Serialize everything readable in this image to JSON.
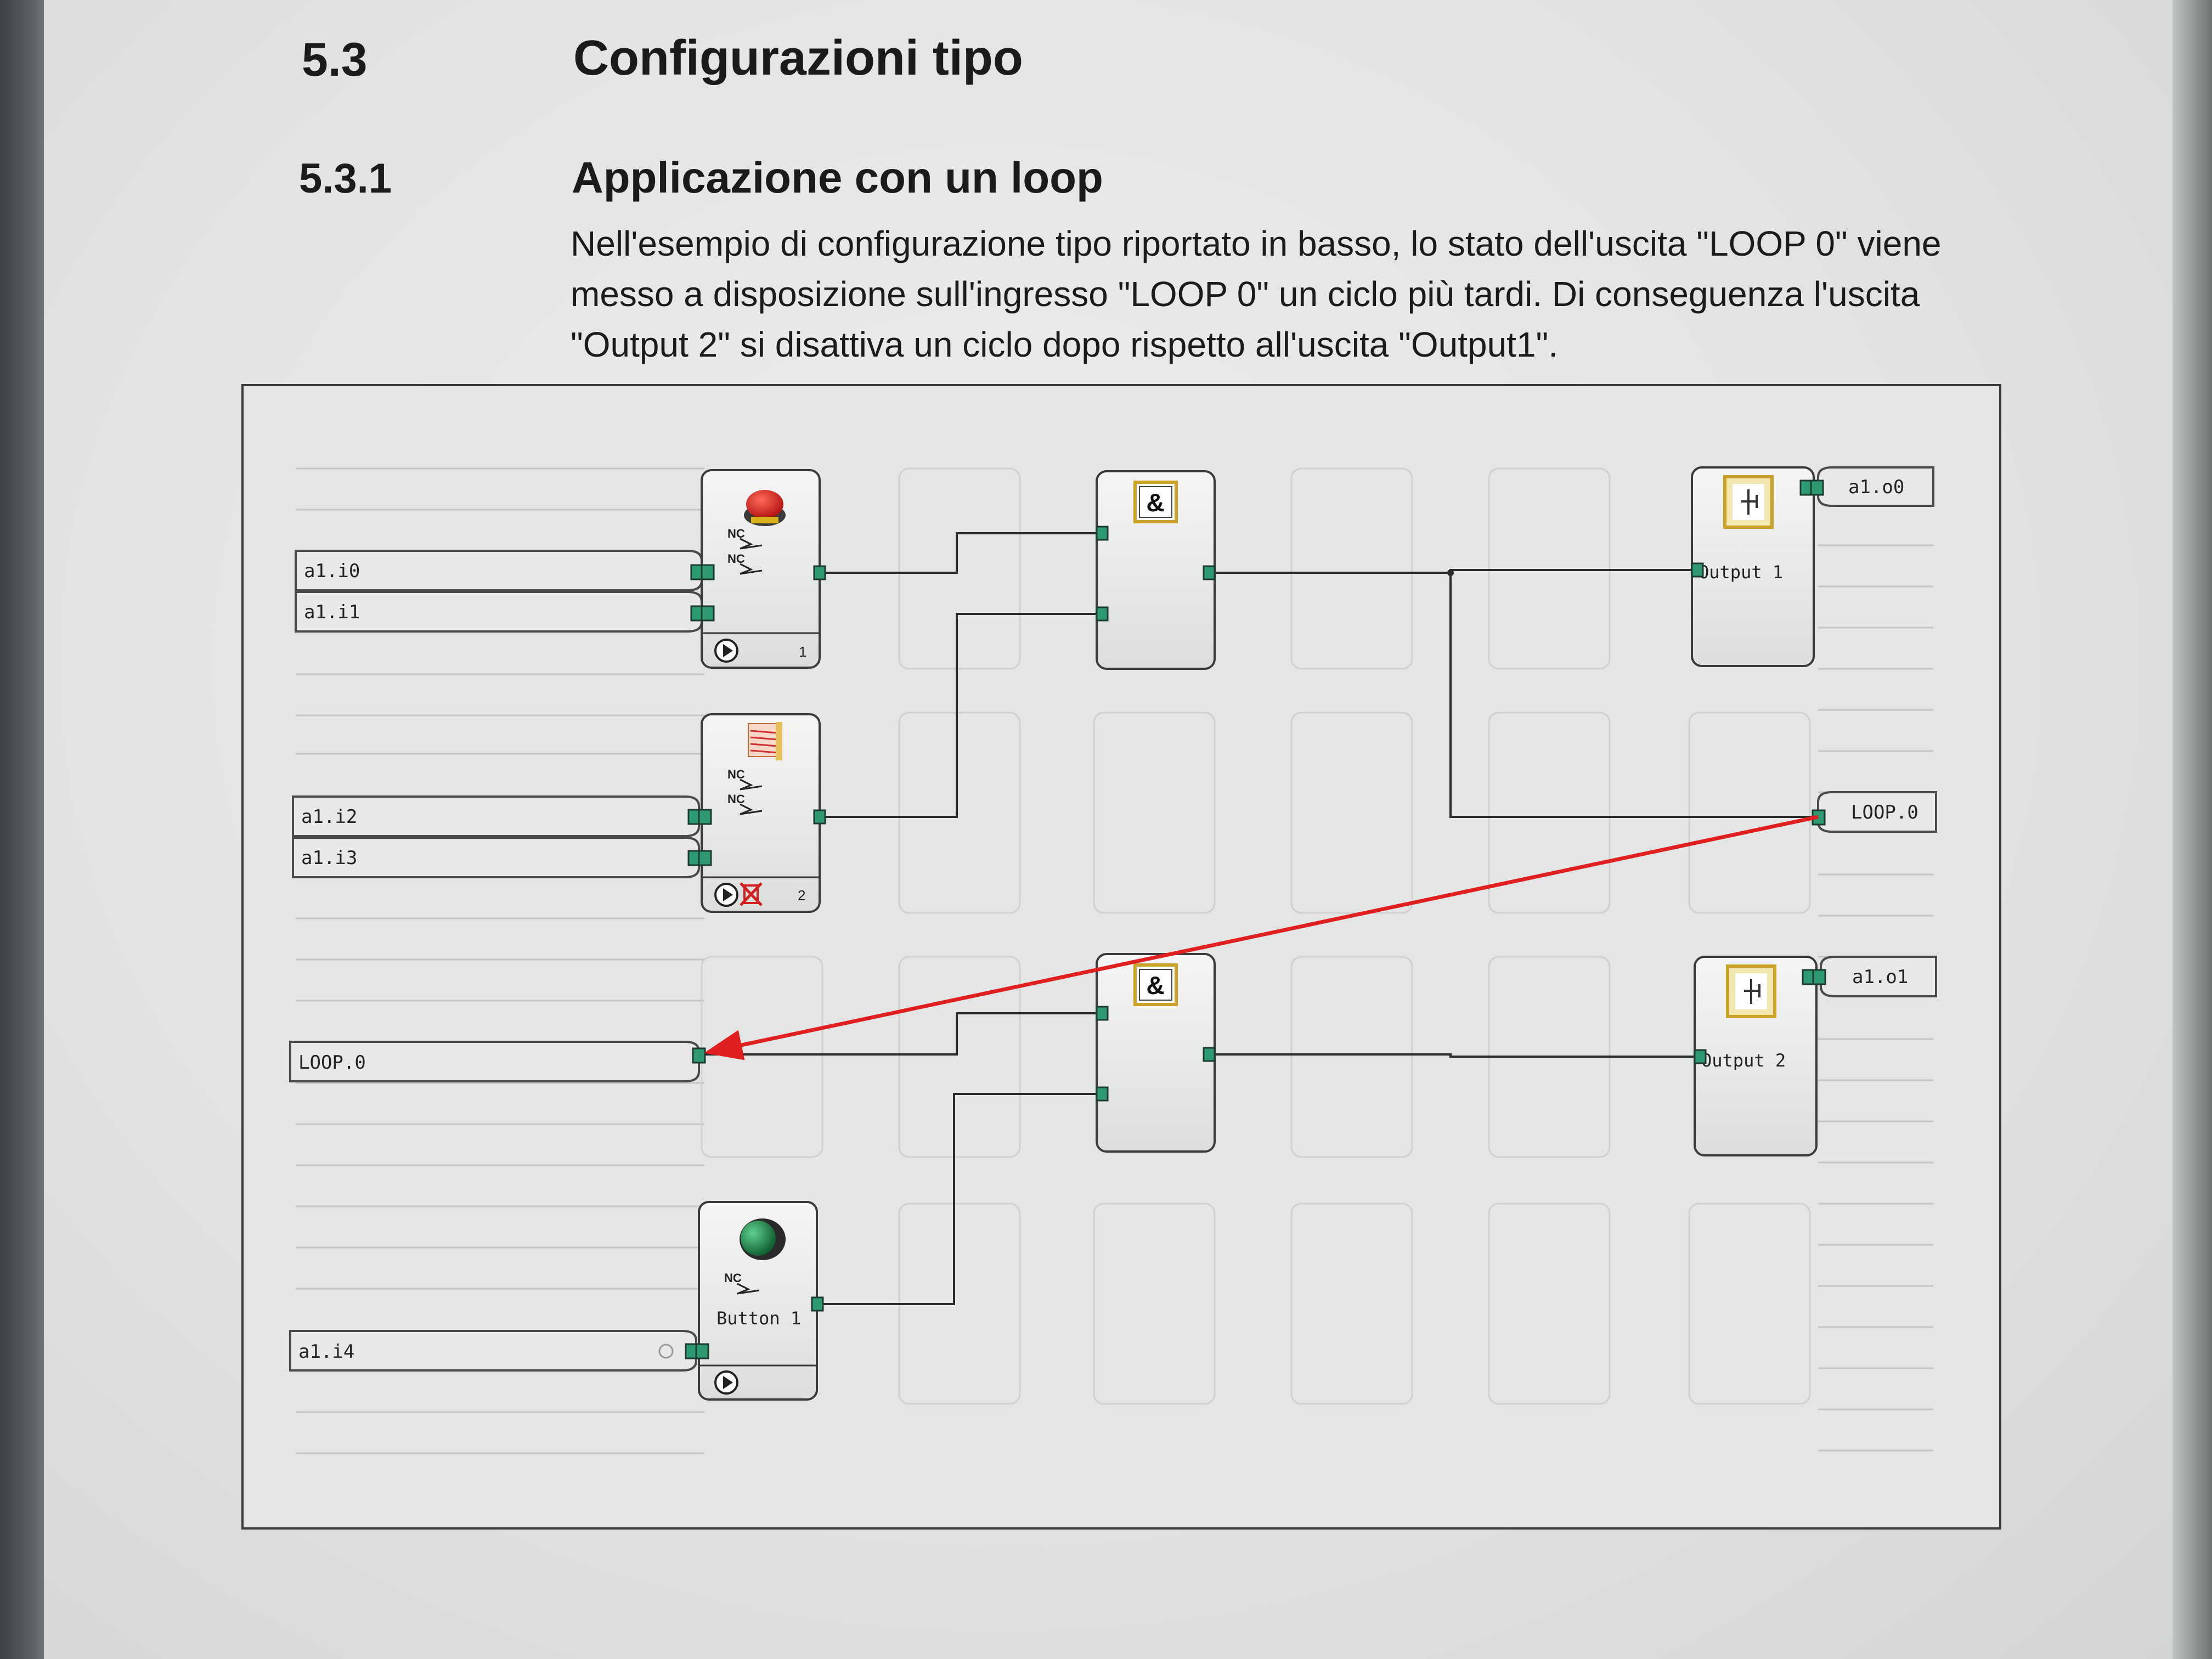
{
  "section": {
    "number": "5.3",
    "title": "Configurazioni tipo"
  },
  "subsection": {
    "number": "5.3.1",
    "title": "Applicazione con un loop"
  },
  "paragraph": [
    "Nell'esempio di configurazione tipo riportato in basso, lo stato dell'uscita \"LOOP 0\" viene",
    "messo a disposizione sull'ingresso \"LOOP 0\" un ciclo più tardi. Di conseguenza l'uscita",
    "\"Output 2\" si disattiva un ciclo dopo rispetto all'uscita \"Output1\"."
  ],
  "diagram": {
    "inputs": [
      "a1.i0",
      "a1.i1",
      "a1.i2",
      "a1.i3",
      "LOOP.0",
      "a1.i4"
    ],
    "outputs": [
      "a1.o0",
      "LOOP.0",
      "a1.o1"
    ],
    "blocks": {
      "emergency_stop": {
        "index": "1",
        "nc1": "NC",
        "nc2": "NC"
      },
      "light_curtain": {
        "index": "2",
        "nc1": "NC",
        "nc2": "NC"
      },
      "and_gate_1": {
        "symbol": "&"
      },
      "and_gate_2": {
        "symbol": "&"
      },
      "output_1": {
        "label": "Output 1"
      },
      "output_2": {
        "label": "Output 2"
      },
      "button": {
        "label": "Button 1",
        "nc": "NC"
      }
    },
    "colors": {
      "loop_arrow": "#e02020",
      "port": "#2e9a72",
      "wire": "#2b2b2b",
      "emergency_stop": "#d81e1e",
      "gate_border": "#c9a227"
    }
  }
}
